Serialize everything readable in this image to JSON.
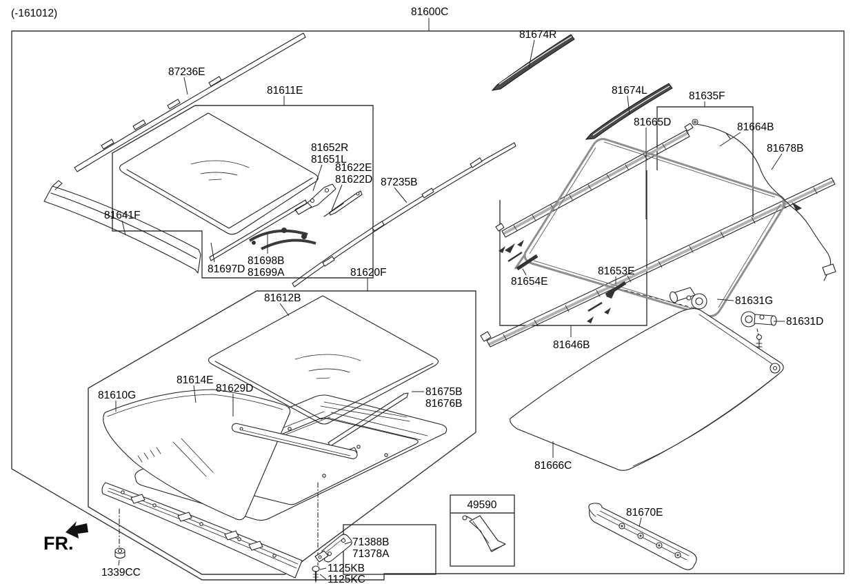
{
  "page": {
    "revision_note": "(-161012)",
    "direction_label": "FR."
  },
  "assembly": {
    "part_number": "81600C"
  },
  "inset": {
    "part_number": "49590"
  },
  "parts": {
    "87236E": "87236E",
    "81611E": "81611E",
    "81674R": "81674R",
    "81674L": "81674L",
    "81635F": "81635F",
    "81665D": "81665D",
    "81664B": "81664B",
    "81678B": "81678B",
    "81652R": "81652R",
    "81651L": "81651L",
    "81622E": "81622E",
    "81622D": "81622D",
    "87235B": "87235B",
    "81641F": "81641F",
    "81697D": "81697D",
    "81698B": "81698B",
    "81699A": "81699A",
    "81620F": "81620F",
    "81612B": "81612B",
    "81614E": "81614E",
    "81629D": "81629D",
    "81610G": "81610G",
    "81675B": "81675B",
    "81676B": "81676B",
    "81654E": "81654E",
    "81653E": "81653E",
    "81631G": "81631G",
    "81631D": "81631D",
    "81646B": "81646B",
    "81666C": "81666C",
    "81670E": "81670E",
    "71388B": "71388B",
    "71378A": "71378A",
    "1125KB": "1125KB",
    "1125KC": "1125KC",
    "1339CC": "1339CC"
  }
}
